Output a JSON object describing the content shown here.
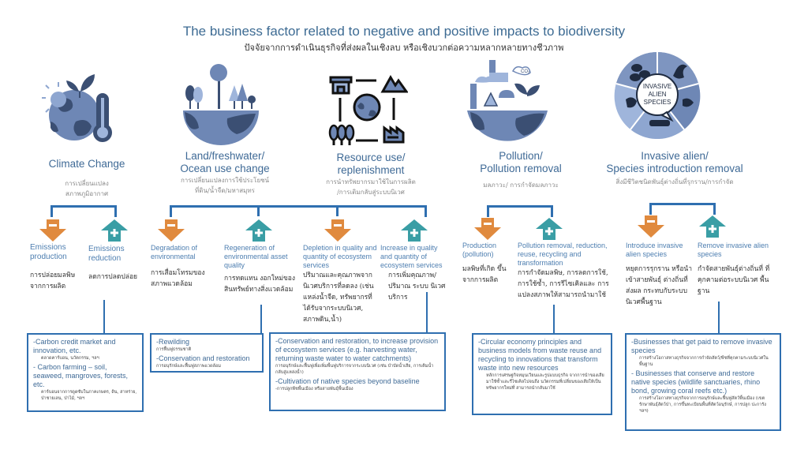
{
  "header": {
    "title": "The business factor related to negative and positive impacts to biodiversity",
    "subtitle": "ปัจจัยจากการดำเนินธุรกิจที่ส่งผลในเชิงลบ หรือเชิงบวกต่อความหลากหลายทางชีวภาพ"
  },
  "colors": {
    "bracket": "#2f6fb0",
    "negative_arrow": "#e08a3e",
    "positive_arrow": "#3a9ea5",
    "icon_dark": "#3b4f73",
    "icon_mid": "#6e87b5",
    "icon_light": "#9fb5db"
  },
  "categories": [
    {
      "id": "climate",
      "icon": "globe-thermometer-icon",
      "title_line1": "Climate Change",
      "title_line2": "",
      "thai_line1": "การเปลี่ยนแปลง",
      "thai_line2": "สภาพภูมิอากาศ",
      "negative": {
        "sign": "-",
        "title": "Emissions production",
        "thai": "การปล่อยมลพิษ จากการผลิต"
      },
      "positive": {
        "sign": "+",
        "title": "Emissions reduction",
        "thai": "ลดการปลดปล่อย"
      },
      "box": [
        {
          "en": "-Carbon credit market and innovation, etc.",
          "th": "ตลาดคาร์บอน, นวัตกรรม, ฯลฯ"
        },
        {
          "en": "- Carbon farming – soil, seaweed, mangroves, forests, etc.",
          "th": "คาร์บอนจากการดูดซับในภาคเกษตร, ดิน, สาหร่าย, ป่าชายเลน, ป่าไม้, ฯลฯ"
        }
      ]
    },
    {
      "id": "land",
      "icon": "land-trees-globe-icon",
      "title_line1": "Land/freshwater/",
      "title_line2": "Ocean use change",
      "thai_line1": "การเปลี่ยนแปลงการใช้ประโยชน์",
      "thai_line2": "ที่ดิน/น้ำจืด/มหาสมุทร",
      "negative": {
        "sign": "-",
        "title": "Degradation of environmental",
        "thai": "การเสื่อมโทรมของ สภาพแวดล้อม"
      },
      "positive": {
        "sign": "+",
        "title": "Regeneration of environmental asset quality",
        "thai": "การทดแทน งอกใหม่ของ สินทรัพย์ทางสิ่งแวดล้อม"
      },
      "box": [
        {
          "en": "-Rewilding",
          "th": "การฟื้นฟูธรรมชาติ"
        },
        {
          "en": "-Conservation and restoration",
          "th": "การอนุรักษ์และฟื้นฟูสภาพแวดล้อม"
        }
      ]
    },
    {
      "id": "resource",
      "icon": "resource-cycle-icon",
      "title_line1": "Resource use/",
      "title_line2": "replenishment",
      "thai_line1": "การนำทรัพยากรมาใช้ในการผลิต",
      "thai_line2": "/การเติมกลับสู่ระบบนิเวศ",
      "negative": {
        "sign": "-",
        "title": "Depletion in quality and quantity of ecosystem services",
        "thai": "ปริมาณและคุณภาพจาก นิเวศบริการที่ลดลง (เช่น แหล่งน้ำจืด, ทรัพยากรที่ ได้รับจากระบบนิเวศ, สภาพดิน,น้ำ)"
      },
      "positive": {
        "sign": "+",
        "title": "Increase in quality and quantity of ecosystem services",
        "thai": "การเพิ่มคุณภาพ/ ปริมาณ ระบบ นิเวศบริการ"
      },
      "box": [
        {
          "en": "-Conservation and restoration, to increase provision of ecosystem services (e.g. harvesting water, returning waste water to water catchments)",
          "th": "การอนุรักษ์และฟื้นฟูเพื่อเพิ่มพื้นฟูบริการจากระบบนิเวศ (เช่น บำบัดน้ำเสีย, การเติมน้ำกลับสู่แหล่งน้ำ)"
        },
        {
          "en": "-Cultivation of native species beyond baseline",
          "th": "-การปลูกพืชพื้นเมือง หรือสายพันธุ์พื้นเมือง"
        }
      ]
    },
    {
      "id": "pollution",
      "icon": "pollution-globe-icon",
      "title_line1": "Pollution/",
      "title_line2": "Pollution removal",
      "thai_line1": "มลภาวะ/ การกำจัดมลภาวะ",
      "thai_line2": "",
      "negative": {
        "sign": "-",
        "title": "Production (pollution)",
        "thai": "มลพิษที่เกิด ขึ้นจากการผลิต"
      },
      "positive": {
        "sign": "+",
        "title": "Pollution removal, reduction, reuse, recycling and transformation",
        "thai": "การกำจัดมลพิษ, การลดการใช้, การใช้ซ้ำ, การรีไซเคิลและ การแปลงสภาพให้สามารถนำมาใช้"
      },
      "box": [
        {
          "en": "-Circular economy principles and business models from waste reuse and recycling to innovations that transform waste into new resources",
          "th": "หลักการเศรษฐกิจหมุนเวียนและรูปแบบธุรกิจ จากการนำของเสียมาใช้ซ้ำและรีไซเคิลไปจนถึง นวัตกรรมที่เปลี่ยนของเสียให้เป็นทรัพยากรใหม่ที่ สามารถนำกลับมาใช้"
        }
      ]
    },
    {
      "id": "invasive",
      "icon": "invasive-species-wheel-icon",
      "icon_label": "INVASIVE ALIEN SPECIES",
      "title_line1": "Invasive alien/",
      "title_line2": "Species introduction removal",
      "thai_line1": "สิ่งมีชีวิตชนิดพันธุ์ต่างถิ่นที่รุกราน/การกำจัด",
      "thai_line2": "",
      "negative": {
        "sign": "-",
        "title": "Introduce invasive alien species",
        "thai": "หยุดการรุกราน หรือนำเข้าสายพันธุ์ ต่างถิ่นที่ส่งผล กระทบกับระบบ นิเวศพื้นฐาน"
      },
      "positive": {
        "sign": "+",
        "title": "Remove invasive alien species",
        "thai": "กำจัดสายพันธุ์ต่างถิ่นที่ ที่คุกคามต่อระบบนิเวศ พื้นฐาน"
      },
      "box": [
        {
          "en": "-Businesses that get paid to remove invasive species",
          "th": "การสร้างโอกาสทางธุรกิจจากการกำจัดสัตว์/พืชที่คุกคามระบบนิเวศใน พื้นฐาน"
        },
        {
          "en": "- Businesses that conserve and restore native species (wildlife sanctuaries, rhino bond, growing coral reefs etc.)",
          "th": "การสร้างโอกาสทางธุรกิจจากการอนุรักษ์และฟื้นฟูสัตว์พื้นเมือง (เขตรักษาพันธุ์สัตว์ป่า, การขึ้นทะเบียนพื้นที่สัตว์อนุรักษ์, การปลูก ปะการัง ฯลฯ)"
        }
      ]
    }
  ]
}
